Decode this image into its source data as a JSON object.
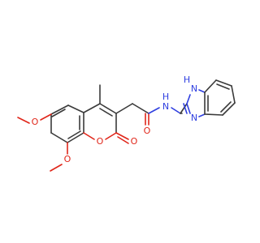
{
  "molecule": {
    "atoms": {
      "o_methoxy_top": "O",
      "o_methoxy_bottom": "O",
      "o_ring": "O",
      "o_carbonyl_lactone": "O",
      "o_carbonyl_amide": "O",
      "n_amide": "N",
      "h_amide": "H",
      "n_imidazole_h": "N",
      "h_imidazole": "H",
      "n_imidazole": "N"
    }
  }
}
